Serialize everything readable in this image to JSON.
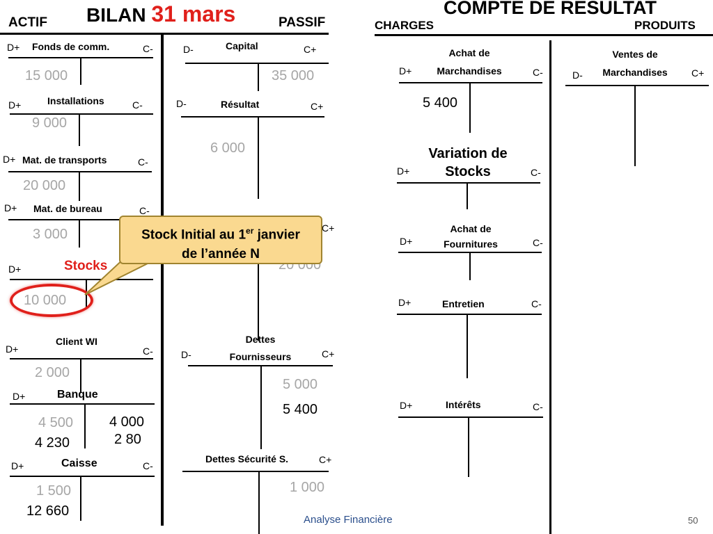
{
  "bilan": {
    "actif_label": "ACTIF",
    "title_word": "BILAN",
    "title_date": "31 mars",
    "passif_label": "PASSIF"
  },
  "compte": {
    "title": "COMPTE DE RÉSULTAT",
    "charges_label": "CHARGES",
    "produits_label": "PRODUITS"
  },
  "accounts": {
    "fonds": {
      "title": "Fonds de comm.",
      "debit": "D+",
      "credit": "C-",
      "v1": "15 000"
    },
    "installations": {
      "title": "Installations",
      "debit": "D+",
      "credit": "C-",
      "v1": "9 000"
    },
    "transports": {
      "title": "Mat. de transports",
      "debit": "D+",
      "credit": "C-",
      "v1": "20 000"
    },
    "bureau": {
      "title": "Mat. de bureau",
      "debit": "D+",
      "credit": "C-",
      "v1": "3 000"
    },
    "stocks": {
      "title": "Stocks",
      "debit": "D+",
      "v1": "10 000"
    },
    "client": {
      "title": "Client WI",
      "debit": "D+",
      "credit": "C-",
      "v1": "2 000"
    },
    "banque": {
      "title": "Banque",
      "debit": "D+",
      "v1": "4 500",
      "v2": "4 230",
      "c1": "4 000",
      "c2": "2 80"
    },
    "caisse": {
      "title": "Caisse",
      "debit": "D+",
      "credit": "C-",
      "v1": "1 500",
      "v2": "12 660"
    },
    "capital": {
      "title": "Capital",
      "debit": "D-",
      "credit": "C+",
      "v1": "35 000"
    },
    "resultat": {
      "title": "Résultat",
      "debit": "D-",
      "credit": "C+",
      "v1": "6 000"
    },
    "emprunt": {
      "credit": "C+",
      "v1": "20 000"
    },
    "dettes_fourn": {
      "title": "Dettes Fournisseurs",
      "debit": "D-",
      "credit": "C+",
      "v1": "5 000",
      "v2": "5 400"
    },
    "dettes_secu": {
      "title": "Dettes Sécurité S.",
      "credit": "C+",
      "v1": "1 000"
    },
    "achat_march": {
      "title": "Achat de Marchandises",
      "debit": "D+",
      "credit": "C-",
      "v1": "5 400"
    },
    "variation": {
      "title": "Variation de Stocks",
      "debit": "D+",
      "credit": "C-"
    },
    "achat_fourn": {
      "title": "Achat de Fournitures",
      "debit": "D+",
      "credit": "C-"
    },
    "entretien": {
      "title": "Entretien",
      "debit": "D+",
      "credit": "C-"
    },
    "interets": {
      "title": "Intérêts",
      "debit": "D+",
      "credit": "C-"
    },
    "ventes": {
      "title": "Ventes de Marchandises",
      "debit": "D-",
      "credit": "C+"
    }
  },
  "callout": {
    "line1": "Stock Initial au 1",
    "sup": "er",
    "line1b": " janvier",
    "line2": "de l’année N"
  },
  "footer": {
    "text": "Analyse Financière",
    "page": "50"
  },
  "colors": {
    "accent_red": "#e0201b",
    "callout_fill": "#fad990",
    "callout_border": "#a0842f",
    "footer_blue": "#2b4f8c",
    "grey_value": "#a6a6a6"
  }
}
